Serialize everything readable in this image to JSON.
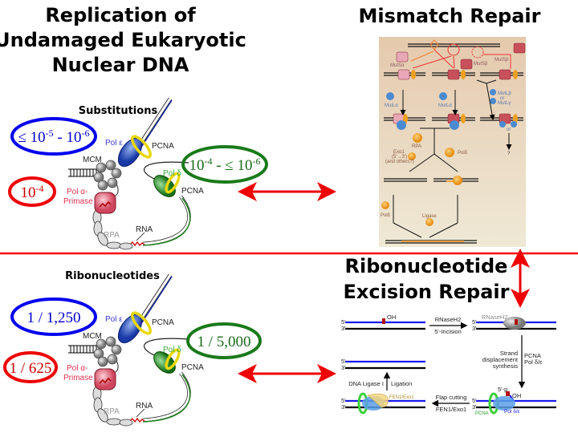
{
  "top_left": {
    "title_lines": [
      "Replication of",
      "Undamaged Eukaryotic",
      "Nuclear DNA"
    ],
    "subtitle": "Substitutions",
    "rates": {
      "pol_epsilon": "≤ 10",
      "pol_epsilon_exp1": "-5",
      "pol_epsilon_mid": " - 10",
      "pol_epsilon_exp2": "-6",
      "pol_delta": "10",
      "pol_delta_exp1": "-4",
      "pol_delta_mid": " - ≤ 10",
      "pol_delta_exp2": "-6",
      "pol_alpha": "10",
      "pol_alpha_exp": "-4"
    }
  },
  "bottom_left": {
    "subtitle": "Ribonucleotides",
    "rates": {
      "pol_epsilon": "1 / 1,250",
      "pol_delta": "1 / 5,000",
      "pol_alpha": "1 / 625"
    }
  },
  "replication_diagram": {
    "pol_epsilon": "Pol ε",
    "pcna": "PCNA",
    "mcm": "MCM",
    "pol_alpha_1": "Pol α-",
    "pol_alpha_2": "Primase",
    "pol_delta": "Pol δ",
    "rpa": "RPA",
    "rna": "RNA"
  },
  "mismatch_repair": {
    "title": "Mismatch Repair",
    "labels": {
      "mutsa": "MutSα",
      "mutsb1": "MutSβ",
      "mutsb2": "MutSβ",
      "mutla1": "MutLα",
      "mutla2": "MutLα",
      "mutlb": "MutLβ",
      "or1": "or",
      "mutlg": "MutLγ",
      "or2": "or",
      "q": "?",
      "rpa": "RPA",
      "exo1": "Exo1",
      "exo1_dir": "(5'→3')",
      "exo1_others": "(and others?)",
      "pold1": "Polδ",
      "pold2": "Polδ",
      "ligase": "Ligase"
    }
  },
  "rer": {
    "title_lines": [
      "Ribonucleotide",
      "Excision Repair"
    ],
    "labels": {
      "five": "5'",
      "three": "3'",
      "oh": "OH",
      "p": "5'-p",
      "rnaseh2": "RNaseH2",
      "incision": "5'-Incision",
      "rnaseh2_enzyme": "RNaseH2",
      "strand": "Strand",
      "displacement": "displacement",
      "synthesis": "synthesis",
      "pcna_right": "PCNA",
      "pol_right": "Pol δ/ε",
      "flap_cutting": "Flap cutting",
      "fen1_exo1": "FEN1/Exo1",
      "dna_ligase": "DNA Ligase I",
      "ligation": "Ligation",
      "fen1_enzyme": "FEN1/Exo1",
      "pcna_label": "PCNA",
      "pol_label": "Pol δ/ε"
    }
  },
  "colors": {
    "divider": "#ff0000",
    "blue": "#0000ee",
    "green": "#1a7a1a",
    "red": "#ee0000"
  }
}
